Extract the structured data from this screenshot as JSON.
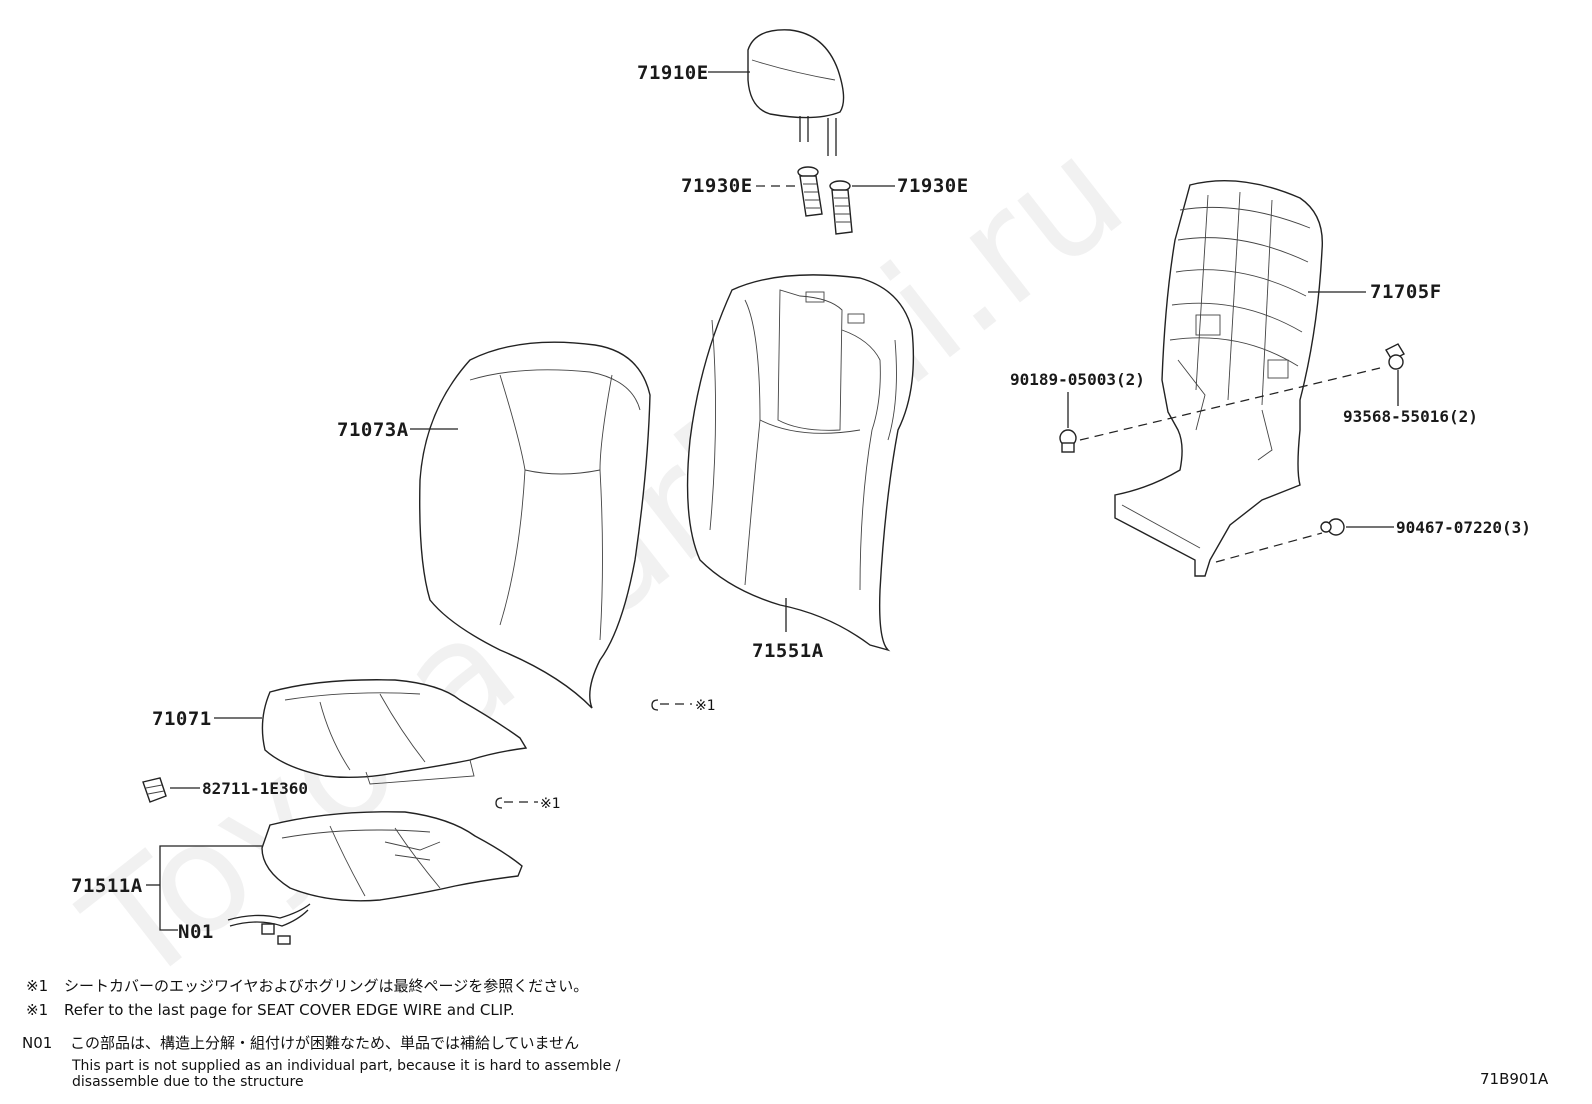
{
  "watermark": "ToyotaCarMini.ru",
  "parts": {
    "headrest": "71910E",
    "guide_left": "71930E",
    "guide_right": "71930E",
    "back_cover": "71073A",
    "back_pad": "71551A",
    "back_board": "71705F",
    "clip_upper": "90189-05003(2)",
    "screw": "93568-55016(2)",
    "clip_lower": "90467-07220(3)",
    "cushion_cover": "71071",
    "connector": "82711-1E360",
    "cushion_pad": "71511A",
    "n01_label": "N01"
  },
  "callouts": {
    "hog_ring_upper": "※1",
    "hog_ring_lower": "※1"
  },
  "notes": {
    "note1_jp_mark": "※1",
    "note1_jp": "シートカバーのエッジワイヤおよびホグリングは最終ページを参照ください。",
    "note1_en_mark": "※1",
    "note1_en": "Refer to the last page for SEAT COVER EDGE WIRE and CLIP.",
    "n01_mark": "N01",
    "n01_jp": "この部品は、構造上分解・組付けが困難なため、単品では補給していません",
    "n01_en_line1": "This part is not supplied as an individual part, because it is hard to assemble /",
    "n01_en_line2": "disassemble due to the structure"
  },
  "diagram_code": "71B901A"
}
